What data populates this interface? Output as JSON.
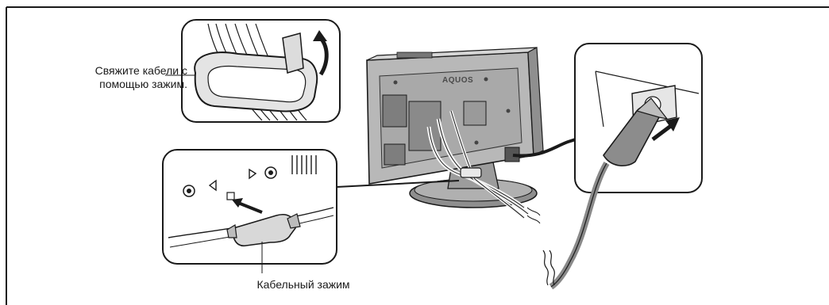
{
  "labels": {
    "tie_line1": "Свяжите кабели с",
    "tie_line2": "помощью зажим.",
    "clamp": "Кабельный зажим"
  },
  "tv": {
    "brand": "AQUOS"
  },
  "colors": {
    "frame": "#1a1a1a",
    "tv_body": "#b4b4b4",
    "tv_dark": "#8a8a8a",
    "cable_gray": "#9a9a9a",
    "white": "#ffffff"
  },
  "icons": [
    "cable-tie-icon",
    "arrow-icon",
    "power-plug-icon",
    "screw-hole-icon",
    "triangle-marker-icon",
    "cable-clamp-icon"
  ]
}
